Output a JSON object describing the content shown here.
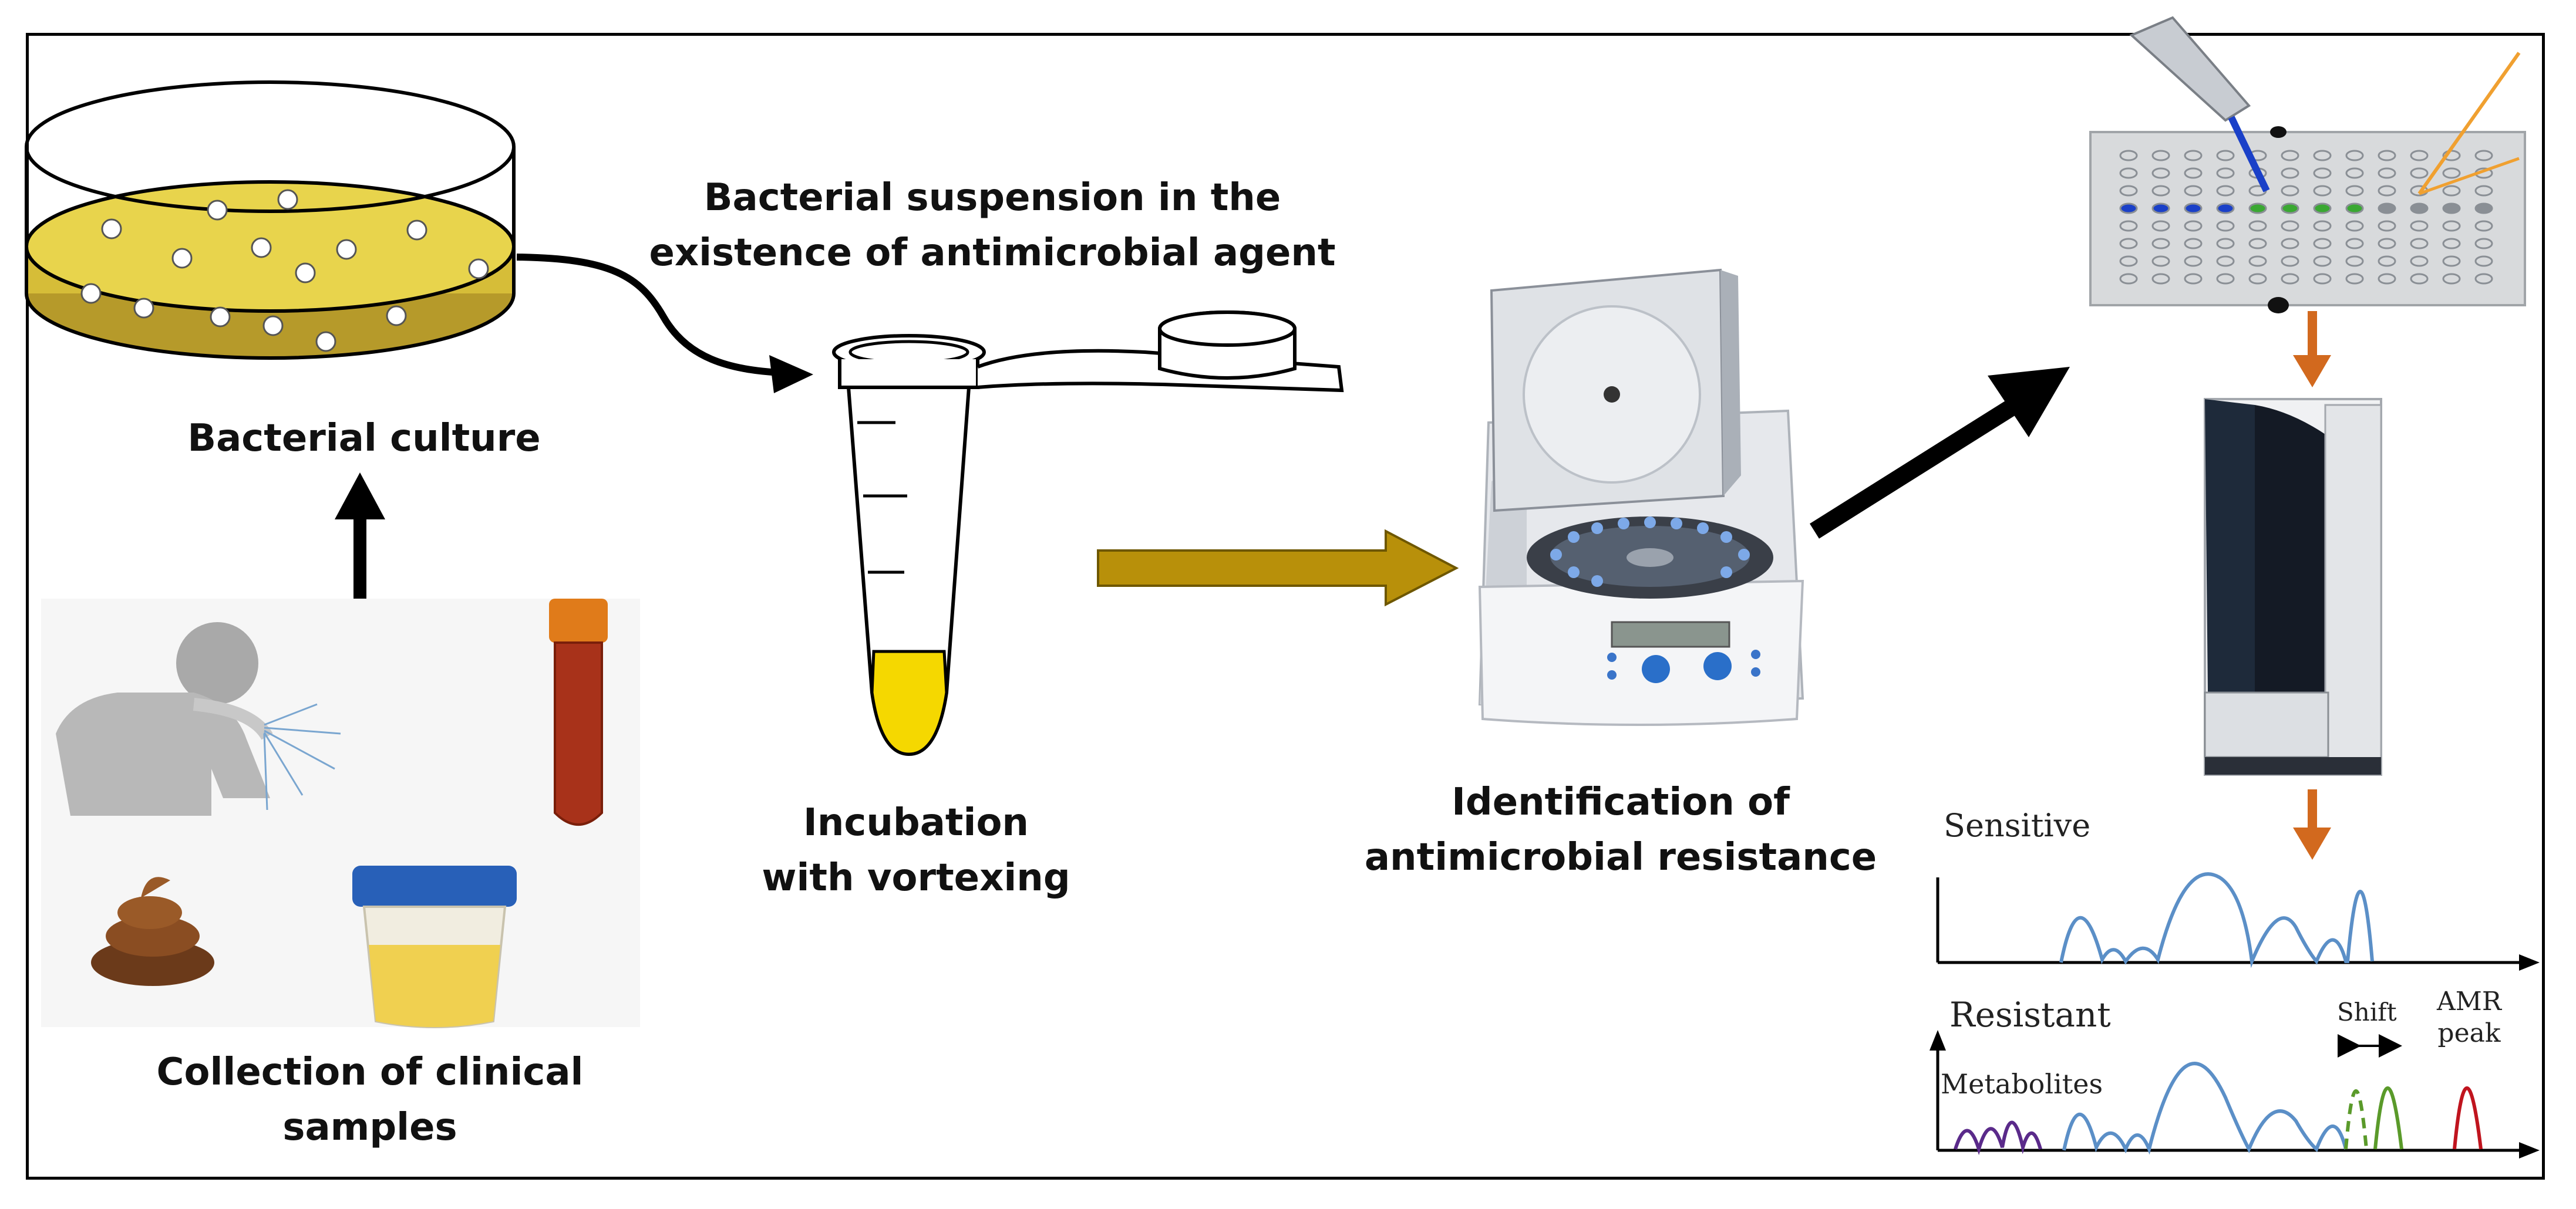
{
  "labels": {
    "bacterial_culture": "Bacterial culture",
    "suspension_line1": "Bacterial suspension in the",
    "suspension_line2": "existence of antimicrobial agent",
    "incubation_line1": "Incubation",
    "incubation_line2": "with vortexing",
    "identification_line1": "Identification of",
    "identification_line2": "antimicrobial resistance",
    "collection_line1": "Collection of clinical",
    "collection_line2": "samples"
  },
  "spectra": {
    "sensitive": "Sensitive",
    "resistant": "Resistant",
    "metabolites": "Metabolites",
    "shift": "Shift",
    "amr_line1": "AMR",
    "amr_line2": "peak"
  },
  "colors": {
    "culture_yellow": "#e6d14a",
    "tube_liquid": "#f5d800",
    "gold_arrow": "#b8900a",
    "orange_arrow": "#d2691e",
    "peak_blue": "#5b8fc7",
    "metabolite_purple": "#5a2a8a",
    "shift_green": "#5a9a2a",
    "amr_red": "#c0141e"
  },
  "icons": [
    "petri-dish-icon",
    "microtube-icon",
    "centrifuge-icon",
    "well-plate-icon",
    "mass-spectrometer-icon",
    "coughing-person-icon",
    "blood-tube-icon",
    "stool-icon",
    "urine-cup-icon"
  ]
}
